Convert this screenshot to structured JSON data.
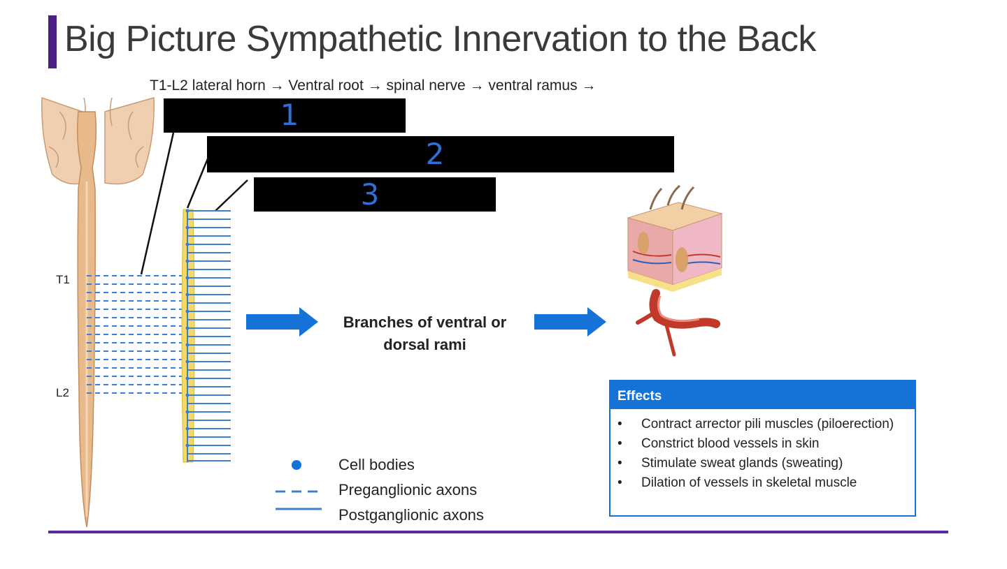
{
  "title": "Big Picture Sympathetic Innervation to the Back",
  "pathway": "T1-L2 lateral horn → Ventral root → spinal nerve → ventral ramus →",
  "redacted_labels": [
    {
      "number": "1"
    },
    {
      "number": "2"
    },
    {
      "number": "3"
    }
  ],
  "segments": {
    "top": "T1",
    "bottom": "L2"
  },
  "branches_label": [
    "Branches of ventral or",
    "dorsal rami"
  ],
  "legend": {
    "cell_bodies": "Cell bodies",
    "preganglionic": "Preganglionic axons",
    "postganglionic": "Postganglionic axons"
  },
  "effects": {
    "header": "Effects",
    "items": [
      "Contract arrector pili muscles (piloerection)",
      "Constrict blood vessels in skin",
      "Stimulate sweat glands (sweating)",
      "Dilation of vessels in skeletal muscle"
    ]
  },
  "colors": {
    "accent_purple": "#4b1f86",
    "blue": "#1573d8",
    "axon_blue": "#3f7fd0",
    "ganglion_yellow": "#f2d96a",
    "cord": "#e8b98a"
  },
  "icons": [
    "brain-spinal-cord-illustration",
    "skin-block-illustration",
    "blood-vessel-illustration",
    "right-arrow-icon"
  ]
}
